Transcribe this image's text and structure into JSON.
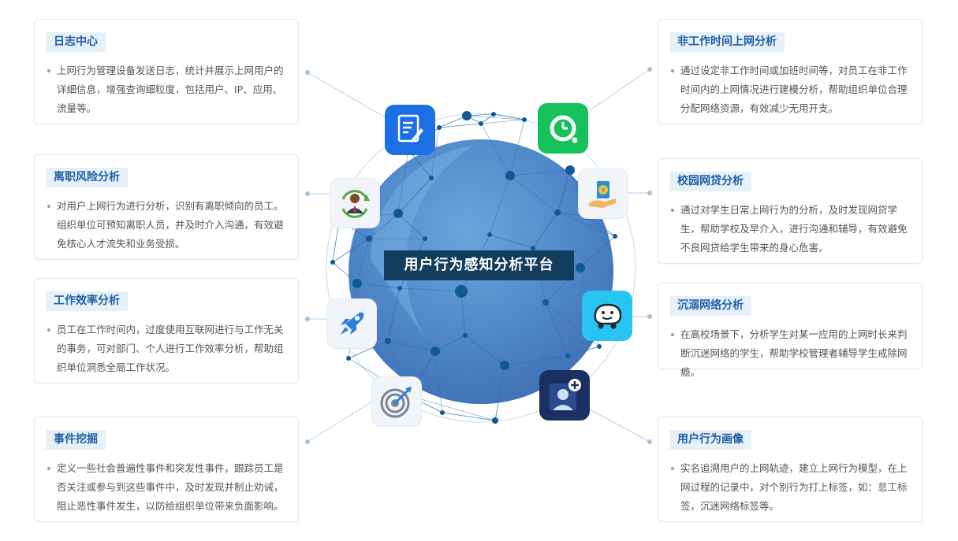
{
  "center_title": "用户行为感知分析平台",
  "colors": {
    "sphere": "#5b8fd0",
    "network_node": "#0f5a92",
    "card_title_bg": "#e6f0f8",
    "card_title_text": "#1e5fa6",
    "center_label_bg": "#123d5c"
  },
  "cards_left": [
    {
      "title": "日志中心",
      "desc": "上网行为管理设备发送日志，统计并展示上网用户的详细信息，增强查询细粒度，包括用户、IP、应用、流量等。"
    },
    {
      "title": "离职风险分析",
      "desc": "对用户上网行为进行分析，识别有离职倾向的员工。组织单位可预知离职人员，并及时介入沟通，有效避免核心人才流失和业务受损。"
    },
    {
      "title": "工作效率分析",
      "desc": "员工在工作时间内，过度使用互联网进行与工作无关的事务，可对部门、个人进行工作效率分析，帮助组织单位洞悉全局工作状况。"
    },
    {
      "title": "事件挖掘",
      "desc": "定义一些社会普遍性事件和突发性事件，跟踪员工是否关注或参与到这些事件中，及时发现并制止劝诫，阻止恶性事件发生，以防给组织单位带来负面影响。"
    }
  ],
  "cards_right": [
    {
      "title": "非工作时间上网分析",
      "desc": "通过设定非工作时间或加班时间等，对员工在非工作时间内的上网情况进行建模分析，帮助组织单位合理分配网络资源，有效减少无用开支。"
    },
    {
      "title": "校园网贷分析",
      "desc": "通过对学生日常上网行为的分析，及时发现网贷学生，帮助学校及早介入，进行沟通和辅导，有效避免不良网贷给学生带来的身心危害。"
    },
    {
      "title": "沉溺网络分析",
      "desc": "在高校场景下，分析学生对某一应用的上网时长来判断沉迷网络的学生，帮助学校管理者辅导学生戒除网瘾。"
    },
    {
      "title": "用户行为画像",
      "desc": "实名追溯用户的上网轨迹，建立上网行为模型，在上网过程的记录中，对个别行为打上标签，如：怠工标签，沉迷网络标签等。"
    }
  ],
  "icons": {
    "log": "document-edit-icon",
    "resign": "user-cycle-icon",
    "efficiency": "rocket-icon",
    "event": "target-icon",
    "offhours": "clock-icon",
    "loan": "money-hand-icon",
    "addiction": "waze-icon",
    "profile": "user-profile-pin-icon"
  }
}
